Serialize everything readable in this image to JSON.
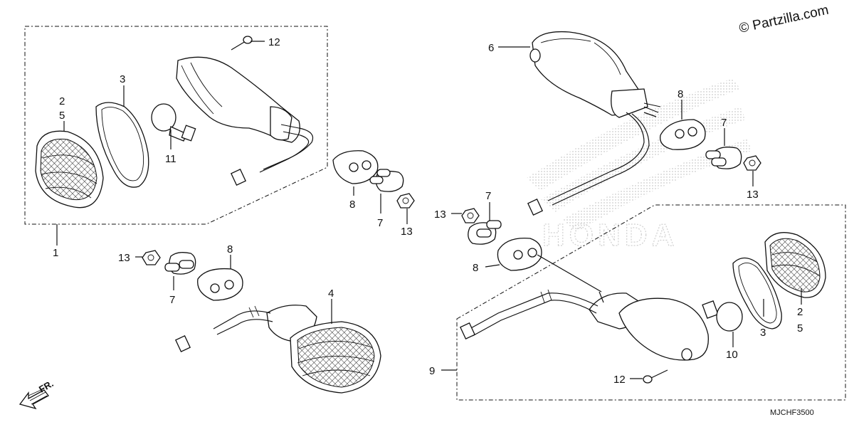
{
  "watermark": "© Partzilla.com",
  "diagram_code": "MJCHF3500",
  "front_indicator": "FR.",
  "callouts": {
    "tl_1": "1",
    "tl_2": "2",
    "tl_5": "5",
    "tl_3": "3",
    "tl_11": "11",
    "tl_12": "12",
    "tl_8": "8",
    "tl_7": "7",
    "tl_13": "13",
    "bl_13": "13",
    "bl_7": "7",
    "bl_8": "8",
    "bl_4": "4",
    "tr_6": "6",
    "tr_8": "8",
    "tr_7": "7",
    "tr_13": "13",
    "br_13": "13",
    "br_7": "7",
    "br_8": "8",
    "br_9": "9",
    "br_3": "3",
    "br_2": "2",
    "br_5": "5",
    "br_10": "10",
    "br_12": "12"
  },
  "background_mark": "HONDA"
}
